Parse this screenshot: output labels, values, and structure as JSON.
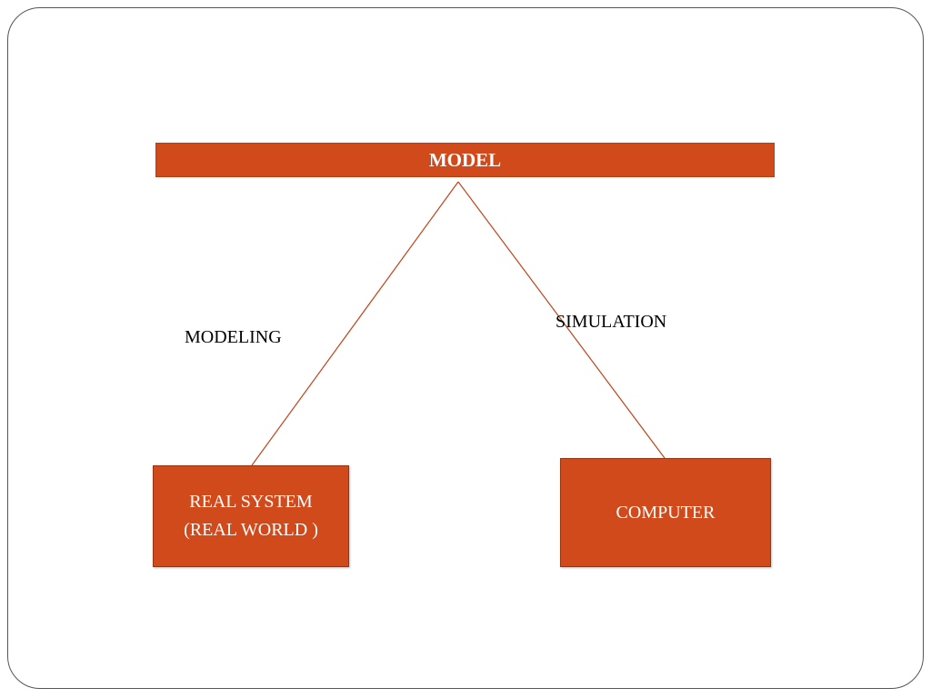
{
  "colors": {
    "box_fill": "#d04a1c",
    "line": "#c0441a"
  },
  "diagram": {
    "top_node": {
      "label": "MODEL"
    },
    "left_node": {
      "line1": "REAL SYSTEM",
      "line2": "(REAL WORLD )"
    },
    "right_node": {
      "label": "COMPUTER"
    },
    "edges": {
      "left_label": "MODELING",
      "right_label": "SIMULATION"
    }
  }
}
